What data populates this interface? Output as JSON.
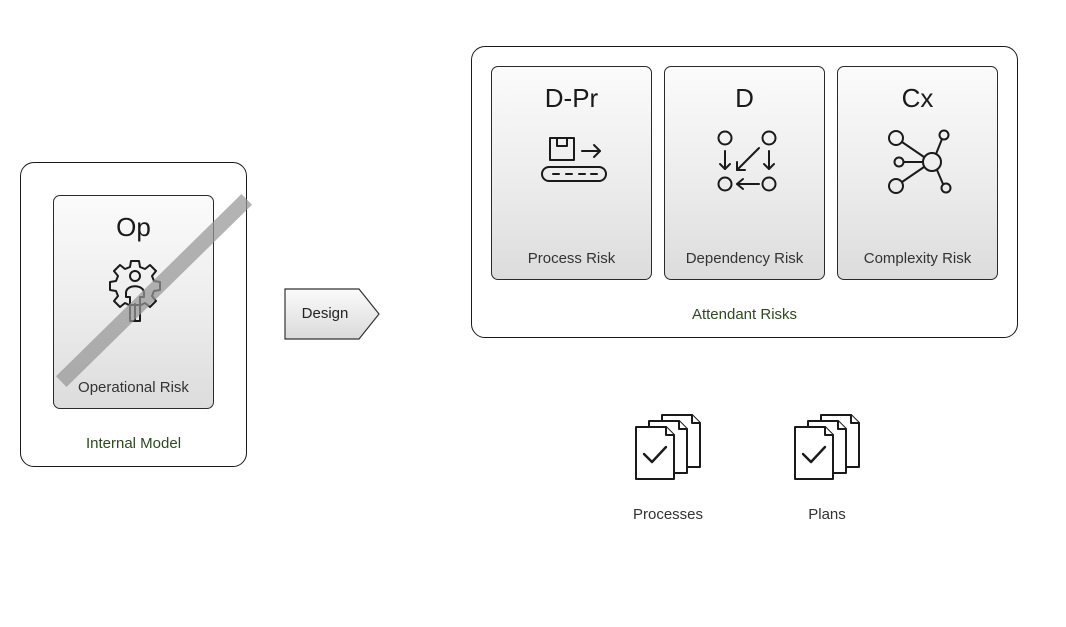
{
  "internal_model": {
    "label": "Internal Model",
    "card": {
      "abbr": "Op",
      "label": "Operational Risk",
      "icon": "gear-person-icon",
      "crossed_out": true
    }
  },
  "transition": {
    "label": "Design"
  },
  "attendant_risks": {
    "label": "Attendant Risks",
    "cards": [
      {
        "abbr": "D-Pr",
        "label": "Process Risk",
        "icon": "conveyor-belt-icon"
      },
      {
        "abbr": "D",
        "label": "Dependency Risk",
        "icon": "dependency-graph-icon"
      },
      {
        "abbr": "Cx",
        "label": "Complexity Risk",
        "icon": "network-hub-icon"
      }
    ]
  },
  "outputs": [
    {
      "label": "Processes",
      "icon": "document-stack-check-icon"
    },
    {
      "label": "Plans",
      "icon": "document-stack-check-icon"
    }
  ]
}
